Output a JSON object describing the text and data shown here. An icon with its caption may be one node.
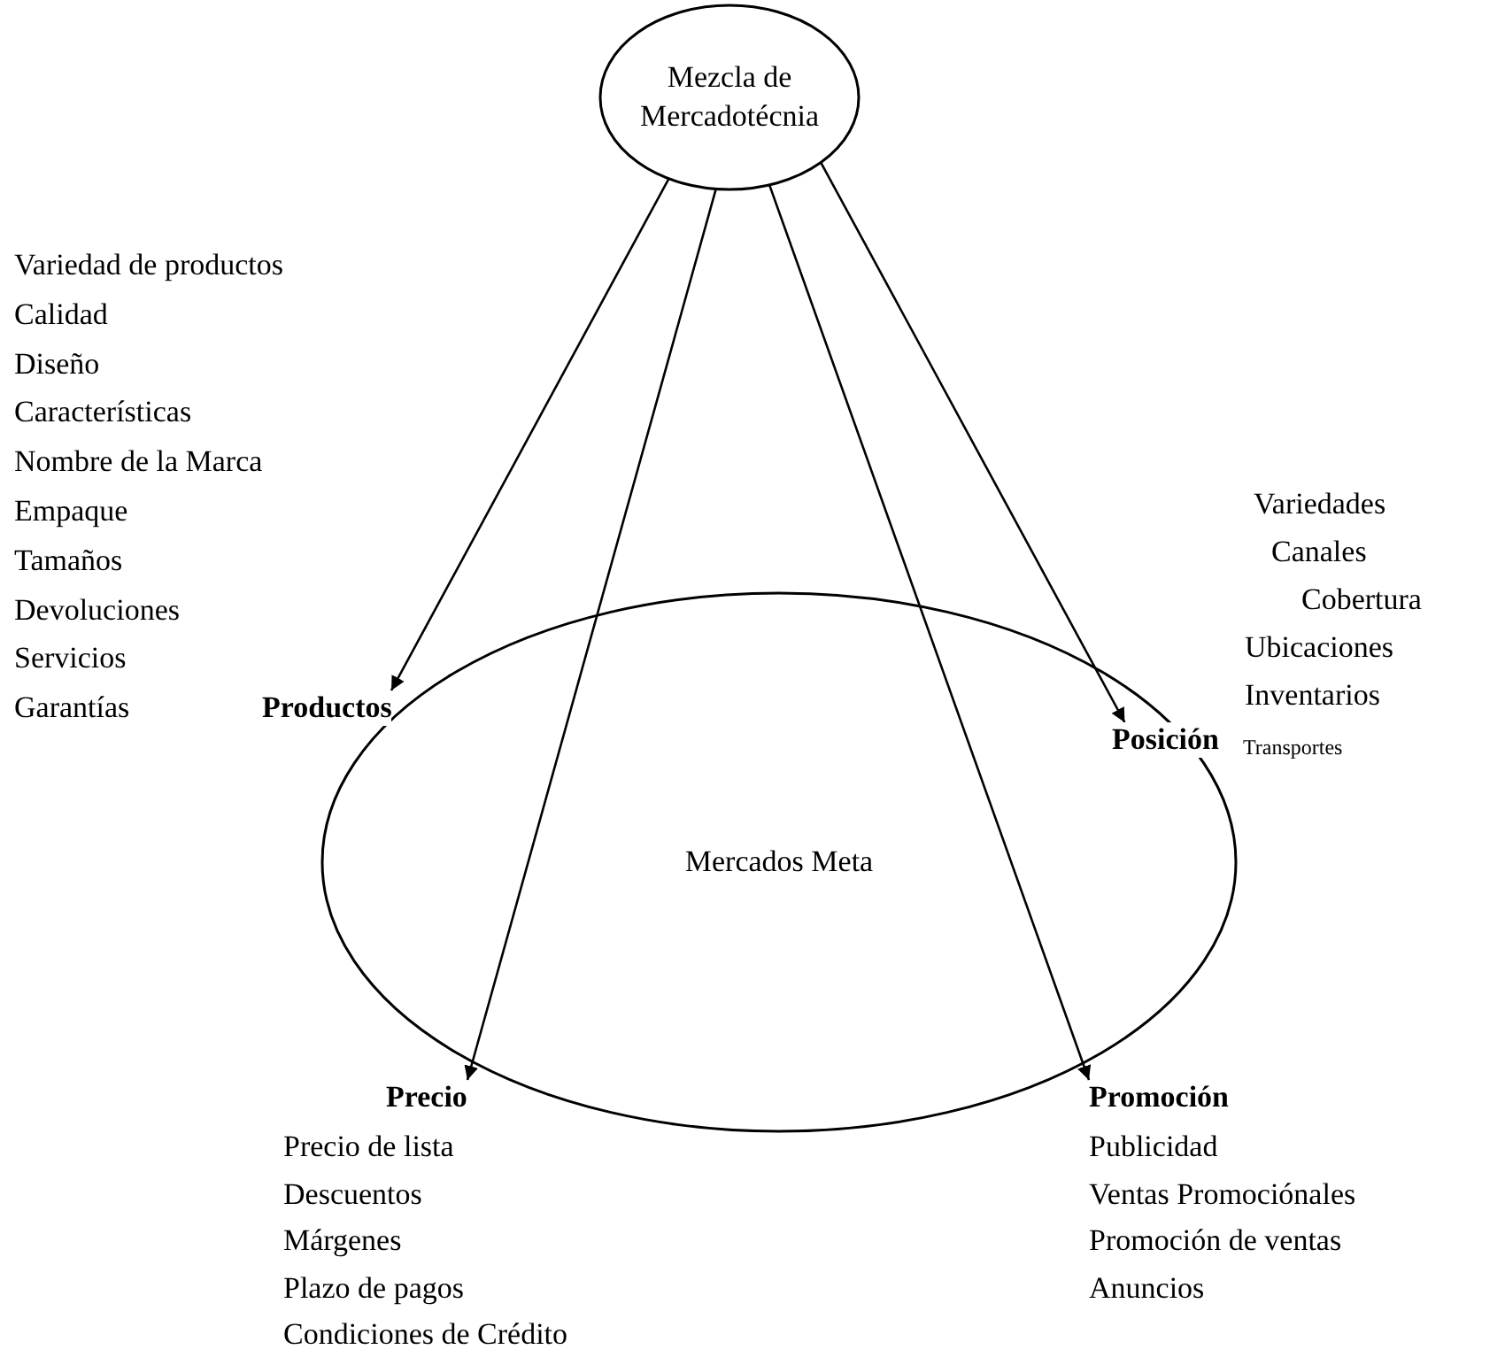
{
  "diagram": {
    "nodes": [
      {
        "text": [
          "Mezcla de Mercadotécnia"
        ]
      },
      {
        "text": [
          "Mercados Meta"
        ]
      },
      {
        "text": [
          "Productos"
        ],
        "beside": [
          "Variedad de productos",
          "Calidad",
          "Diseño",
          "Características",
          "Nombre de la Marca",
          "Empaque",
          "Tamaños",
          "Devoluciones",
          "Servicios",
          "Garantías"
        ]
      },
      {
        "text": [
          "Precio"
        ],
        "beside": [
          "Precio de lista",
          "Descuentos",
          "Márgenes",
          "Plazo de pagos",
          "Condiciones de Crédito"
        ]
      },
      {
        "text": [
          "Promoción"
        ],
        "beside": [
          "Publicidad",
          "Ventas Promociónales",
          "Promoción de ventas",
          "Anuncios"
        ]
      },
      {
        "text": [
          "Posición"
        ],
        "beside": [
          "Variedades",
          "Canales",
          "Cobertura",
          "Ubicaciones",
          "Inventarios",
          "Transportes"
        ]
      }
    ],
    "edges": [
      {
        "from": 0,
        "to": 2,
        "arrow": "to"
      },
      {
        "from": 0,
        "to": 3,
        "arrow": "to"
      },
      {
        "from": 0,
        "to": 4,
        "arrow": "to"
      },
      {
        "from": 0,
        "to": 5,
        "arrow": "to"
      }
    ]
  }
}
